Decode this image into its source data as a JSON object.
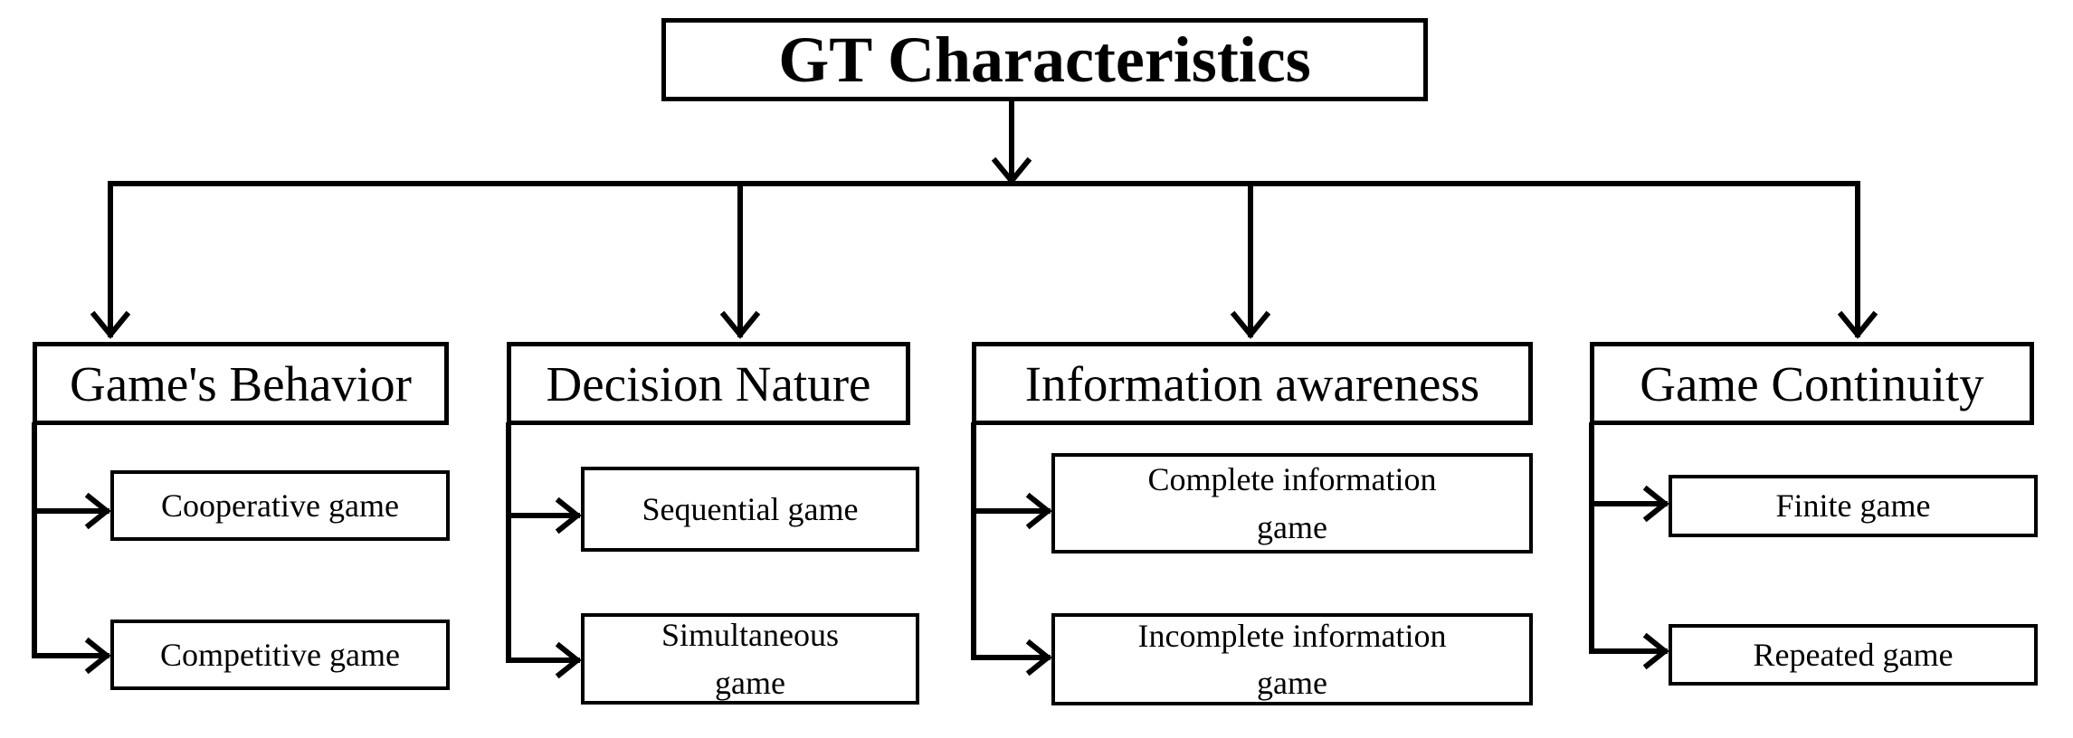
{
  "title": "GT Characteristics",
  "categories": [
    {
      "label": "Game's Behavior",
      "items": [
        "Cooperative game",
        "Competitive game"
      ]
    },
    {
      "label": "Decision Nature",
      "items": [
        "Sequential game",
        "Simultaneous game"
      ]
    },
    {
      "label": "Information awareness",
      "items": [
        "Complete information game",
        "Incomplete information game"
      ]
    },
    {
      "label": "Game Continuity",
      "items": [
        "Finite game",
        "Repeated game"
      ]
    }
  ]
}
